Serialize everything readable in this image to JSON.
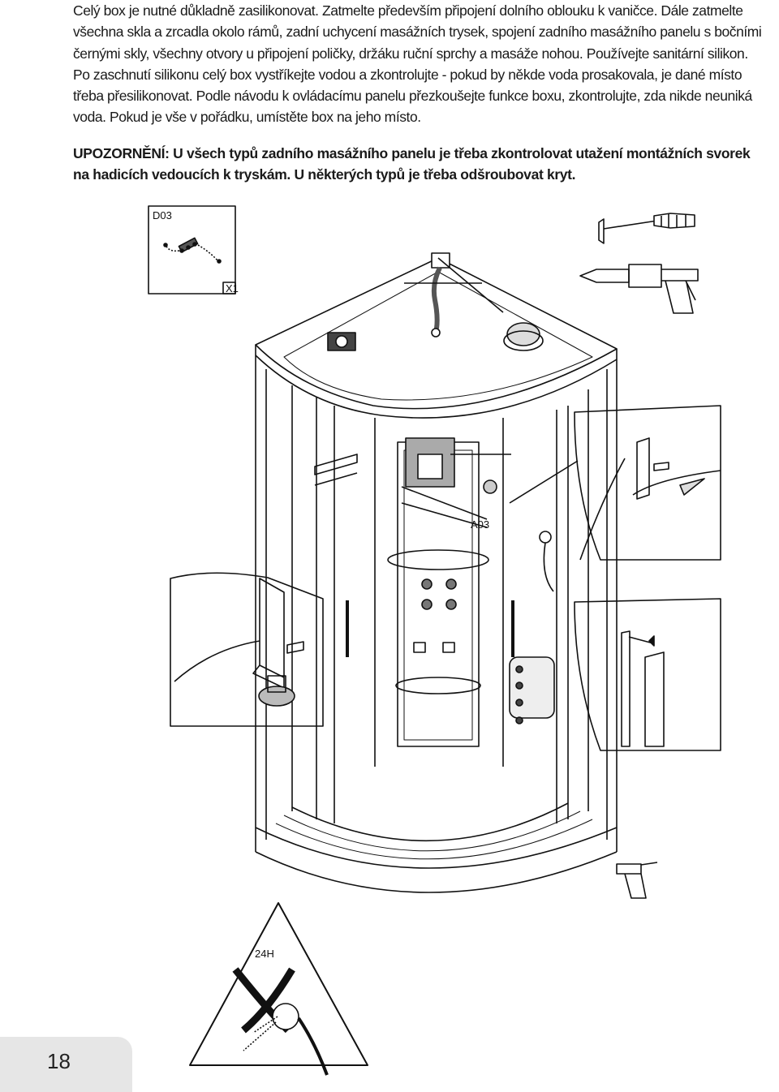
{
  "text": {
    "paragraph_1": "Celý box je nutné důkladně zasilikonovat. Zatmelte především připojení dolního oblouku k vaničce. Dále zatmelte všechna skla a zrcadla okolo rámů, zadní uchycení masážních trysek, spojení zadního masážního panelu s bočními černými skly, všechny otvory u připojení poličky, držáku ruční sprchy a masáže nohou. Používejte sanitární silikon. Po zaschnutí silikonu celý box vystříkejte vodou a zkontrolujte - pokud by někde voda prosakovala, je dané místo třeba přesilikonovat. Podle návodu k ovládacímu panelu přezkoušejte funkce boxu, zkontrolujte, zda nikde neuniká voda. Pokud je vše v pořádku, umístěte box na jeho místo.",
    "warning_label": "UPOZORNĚNÍ:",
    "warning_text": " U všech typů zadního masážního panelu je třeba zkontrolovat utažení montážních svorek na hadicích vedoucích k tryskám. U některých typů je třeba odšroubovat kryt."
  },
  "labels": {
    "part_code": "D03",
    "quantity": "X1",
    "part_ref": "A03",
    "wait_time": "24H"
  },
  "page_number": "18",
  "colors": {
    "ink": "#111111",
    "page_tab": "#e6e6e6"
  }
}
